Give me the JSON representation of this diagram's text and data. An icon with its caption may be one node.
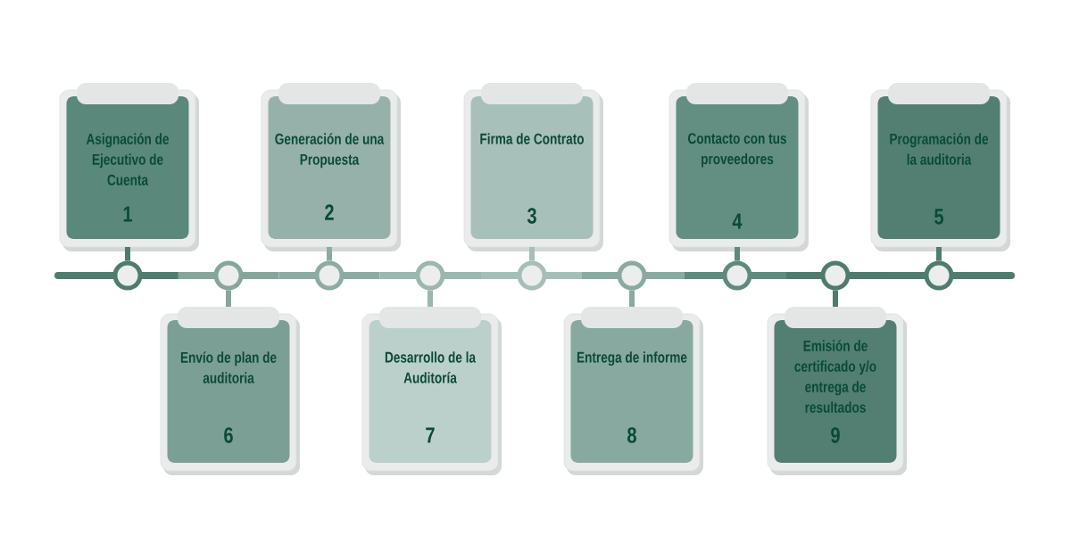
{
  "diagram": {
    "nodes": [
      {
        "text": [
          "Asignación de Ejecutivo de Cuenta",
          "1"
        ]
      },
      {
        "text": [
          "Generación de una Propuesta",
          "2"
        ]
      },
      {
        "text": [
          "Firma de Contrato",
          "3"
        ]
      },
      {
        "text": [
          "Contacto con tus proveedores",
          "4"
        ]
      },
      {
        "text": [
          "Programación de la auditoria",
          "5"
        ]
      },
      {
        "text": [
          "Envío de plan de auditoria",
          "6"
        ]
      },
      {
        "text": [
          "Desarrollo de la Auditoría",
          "7"
        ]
      },
      {
        "text": [
          "Entrega de informe",
          "8"
        ]
      },
      {
        "text": [
          "Emisión de certificado y/o entrega de resultados",
          "9"
        ]
      },
      {
        "text": [],
        "shape": "circle"
      },
      {
        "text": [],
        "shape": "circle"
      },
      {
        "text": [],
        "shape": "circle"
      },
      {
        "text": [],
        "shape": "circle"
      },
      {
        "text": [],
        "shape": "circle"
      },
      {
        "text": [],
        "shape": "circle"
      },
      {
        "text": [],
        "shape": "circle"
      },
      {
        "text": [],
        "shape": "circle"
      },
      {
        "text": [],
        "shape": "circle"
      }
    ],
    "edges": [
      {
        "from": 0,
        "to": 9,
        "arrow": "none",
        "color": "#4f7c6f"
      },
      {
        "from": 1,
        "to": 11,
        "arrow": "none",
        "color": "#8daba3"
      },
      {
        "from": 2,
        "to": 13,
        "arrow": "none",
        "color": "#a5bfb8"
      },
      {
        "from": 3,
        "to": 15,
        "arrow": "none",
        "color": "#5f8a7e"
      },
      {
        "from": 4,
        "to": 17,
        "arrow": "none",
        "color": "#4f7c6e"
      },
      {
        "from": 5,
        "to": 10,
        "arrow": "none",
        "color": "#86a69c"
      },
      {
        "from": 6,
        "to": 12,
        "arrow": "none",
        "color": "#9bb7af"
      },
      {
        "from": 7,
        "to": 14,
        "arrow": "none",
        "color": "#8aaaa1"
      },
      {
        "from": 8,
        "to": 16,
        "arrow": "none",
        "color": "#4e7b6d"
      }
    ]
  }
}
